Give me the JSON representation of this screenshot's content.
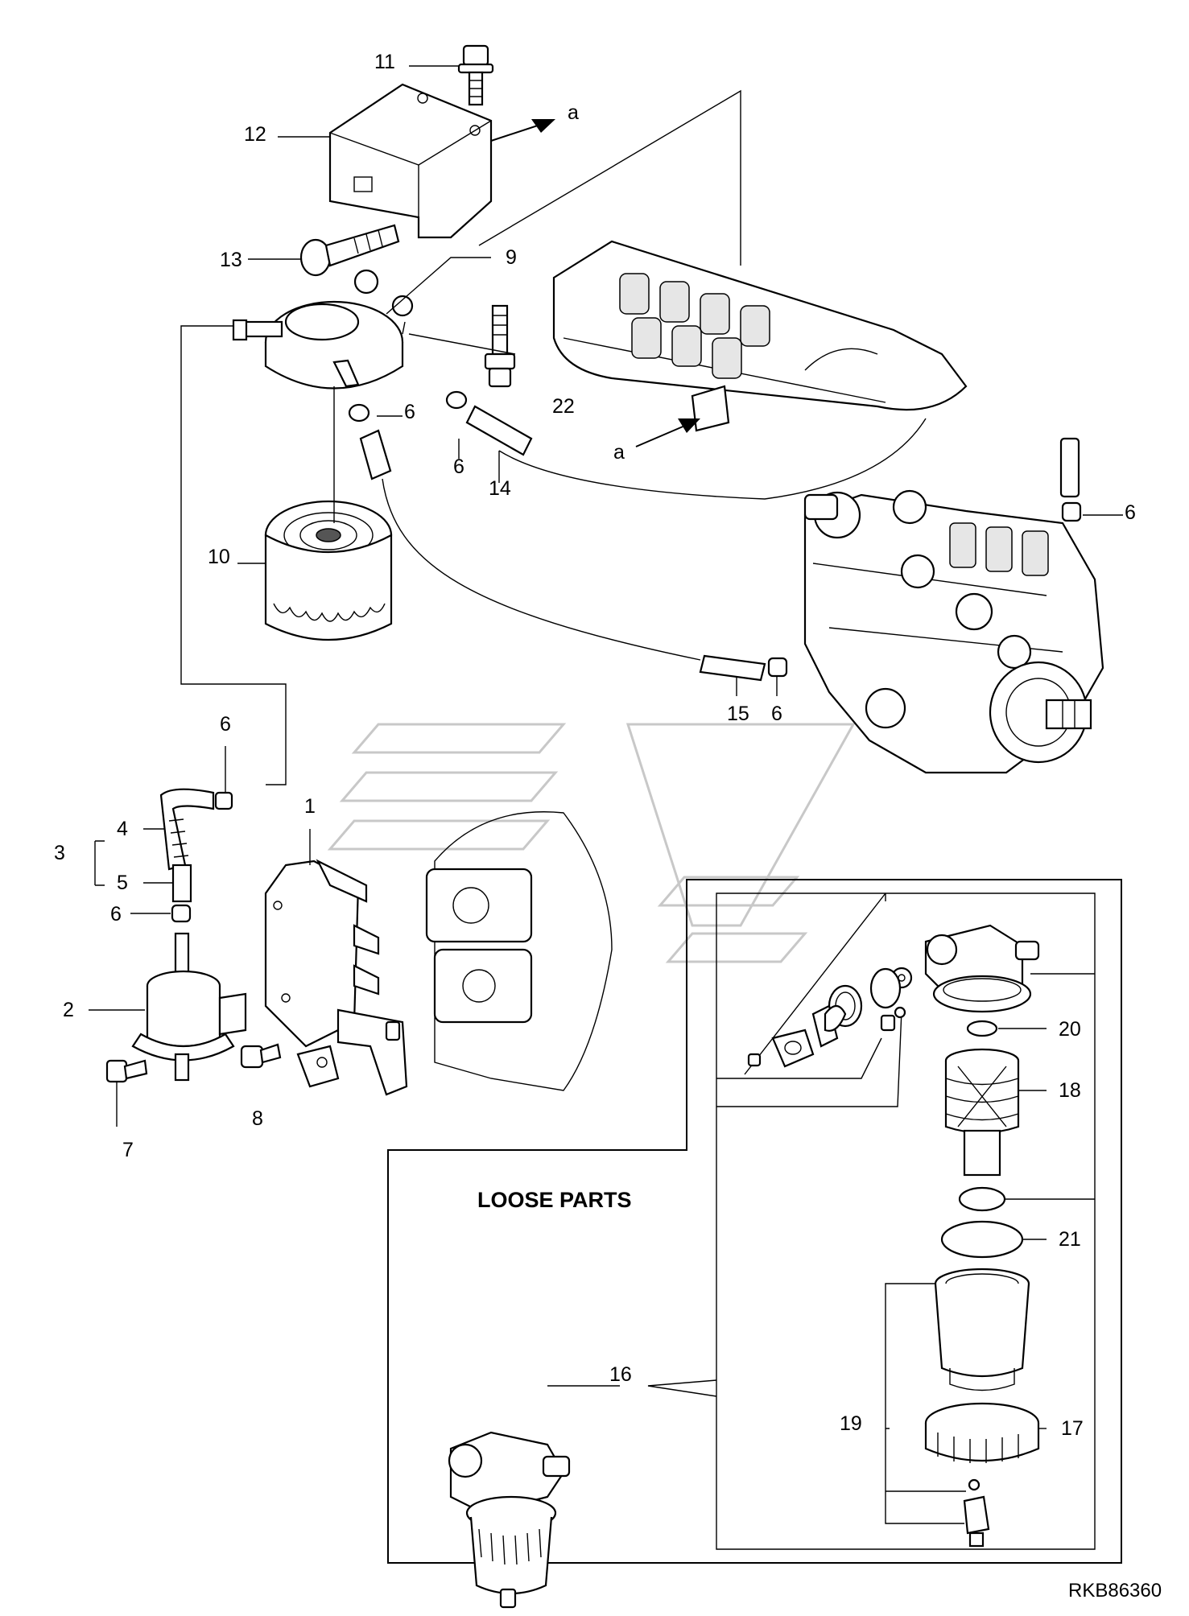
{
  "diagram_code": "RKB86360",
  "loose_parts_label": "LOOSE PARTS",
  "view_marker": "a",
  "callouts": [
    {
      "id": "c11",
      "text": "11"
    },
    {
      "id": "c12",
      "text": "12"
    },
    {
      "id": "c13",
      "text": "13"
    },
    {
      "id": "c9",
      "text": "9"
    },
    {
      "id": "c22",
      "text": "22"
    },
    {
      "id": "c6a",
      "text": "6"
    },
    {
      "id": "c6b",
      "text": "6"
    },
    {
      "id": "c14",
      "text": "14"
    },
    {
      "id": "c6c",
      "text": "6"
    },
    {
      "id": "c10",
      "text": "10"
    },
    {
      "id": "c15",
      "text": "15"
    },
    {
      "id": "c6d",
      "text": "6"
    },
    {
      "id": "c6e",
      "text": "6"
    },
    {
      "id": "c1",
      "text": "1"
    },
    {
      "id": "c3",
      "text": "3"
    },
    {
      "id": "c4",
      "text": "4"
    },
    {
      "id": "c5",
      "text": "5"
    },
    {
      "id": "c6f",
      "text": "6"
    },
    {
      "id": "c2",
      "text": "2"
    },
    {
      "id": "c7",
      "text": "7"
    },
    {
      "id": "c8",
      "text": "8"
    },
    {
      "id": "c20",
      "text": "20"
    },
    {
      "id": "c18",
      "text": "18"
    },
    {
      "id": "c21",
      "text": "21"
    },
    {
      "id": "c16",
      "text": "16"
    },
    {
      "id": "c19",
      "text": "19"
    },
    {
      "id": "c17",
      "text": "17"
    }
  ]
}
